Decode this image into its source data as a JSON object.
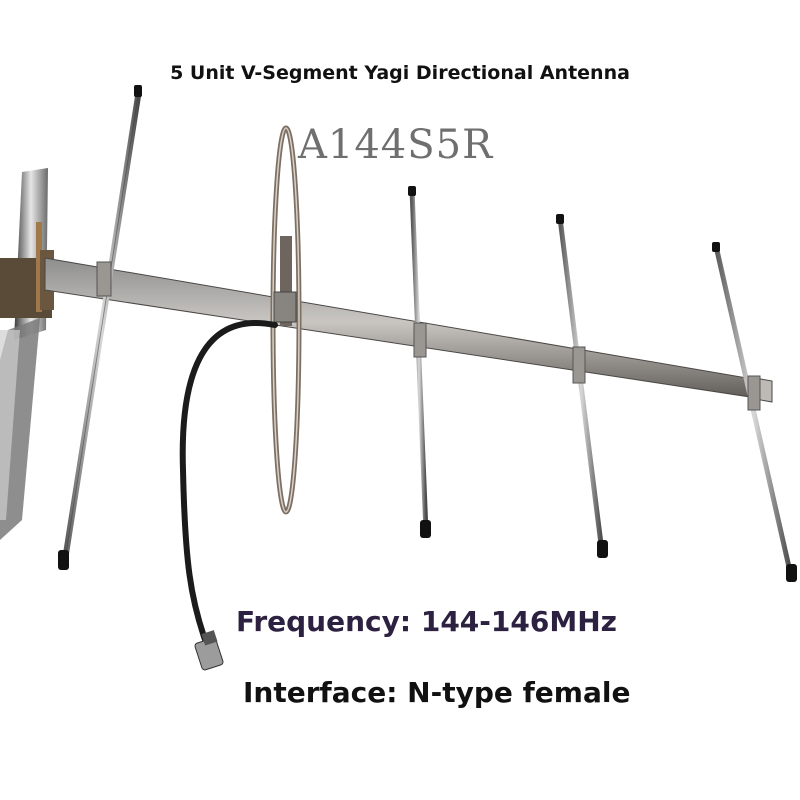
{
  "product": {
    "heading": "5 Unit V-Segment Yagi Directional Antenna",
    "model": "A144S5R"
  },
  "specs": {
    "frequency": "Frequency: 144-146MHz",
    "interface": "Interface: N-type female"
  }
}
